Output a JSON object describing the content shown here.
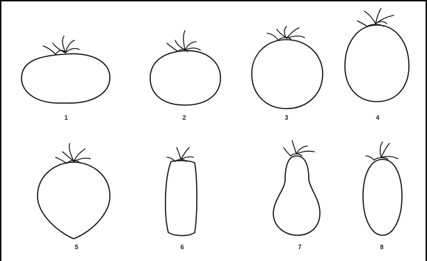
{
  "figure": {
    "shapes": [
      {
        "id": "1",
        "label": "1",
        "shape": "flattened"
      },
      {
        "id": "2",
        "label": "2",
        "shape": "slightly-flattened"
      },
      {
        "id": "3",
        "label": "3",
        "shape": "rounded"
      },
      {
        "id": "4",
        "label": "4",
        "shape": "high-rounded"
      },
      {
        "id": "5",
        "label": "5",
        "shape": "heart-shaped"
      },
      {
        "id": "6",
        "label": "6",
        "shape": "cylindrical"
      },
      {
        "id": "7",
        "label": "7",
        "shape": "pear-shaped"
      },
      {
        "id": "8",
        "label": "8",
        "shape": "ellipsoid"
      }
    ]
  }
}
